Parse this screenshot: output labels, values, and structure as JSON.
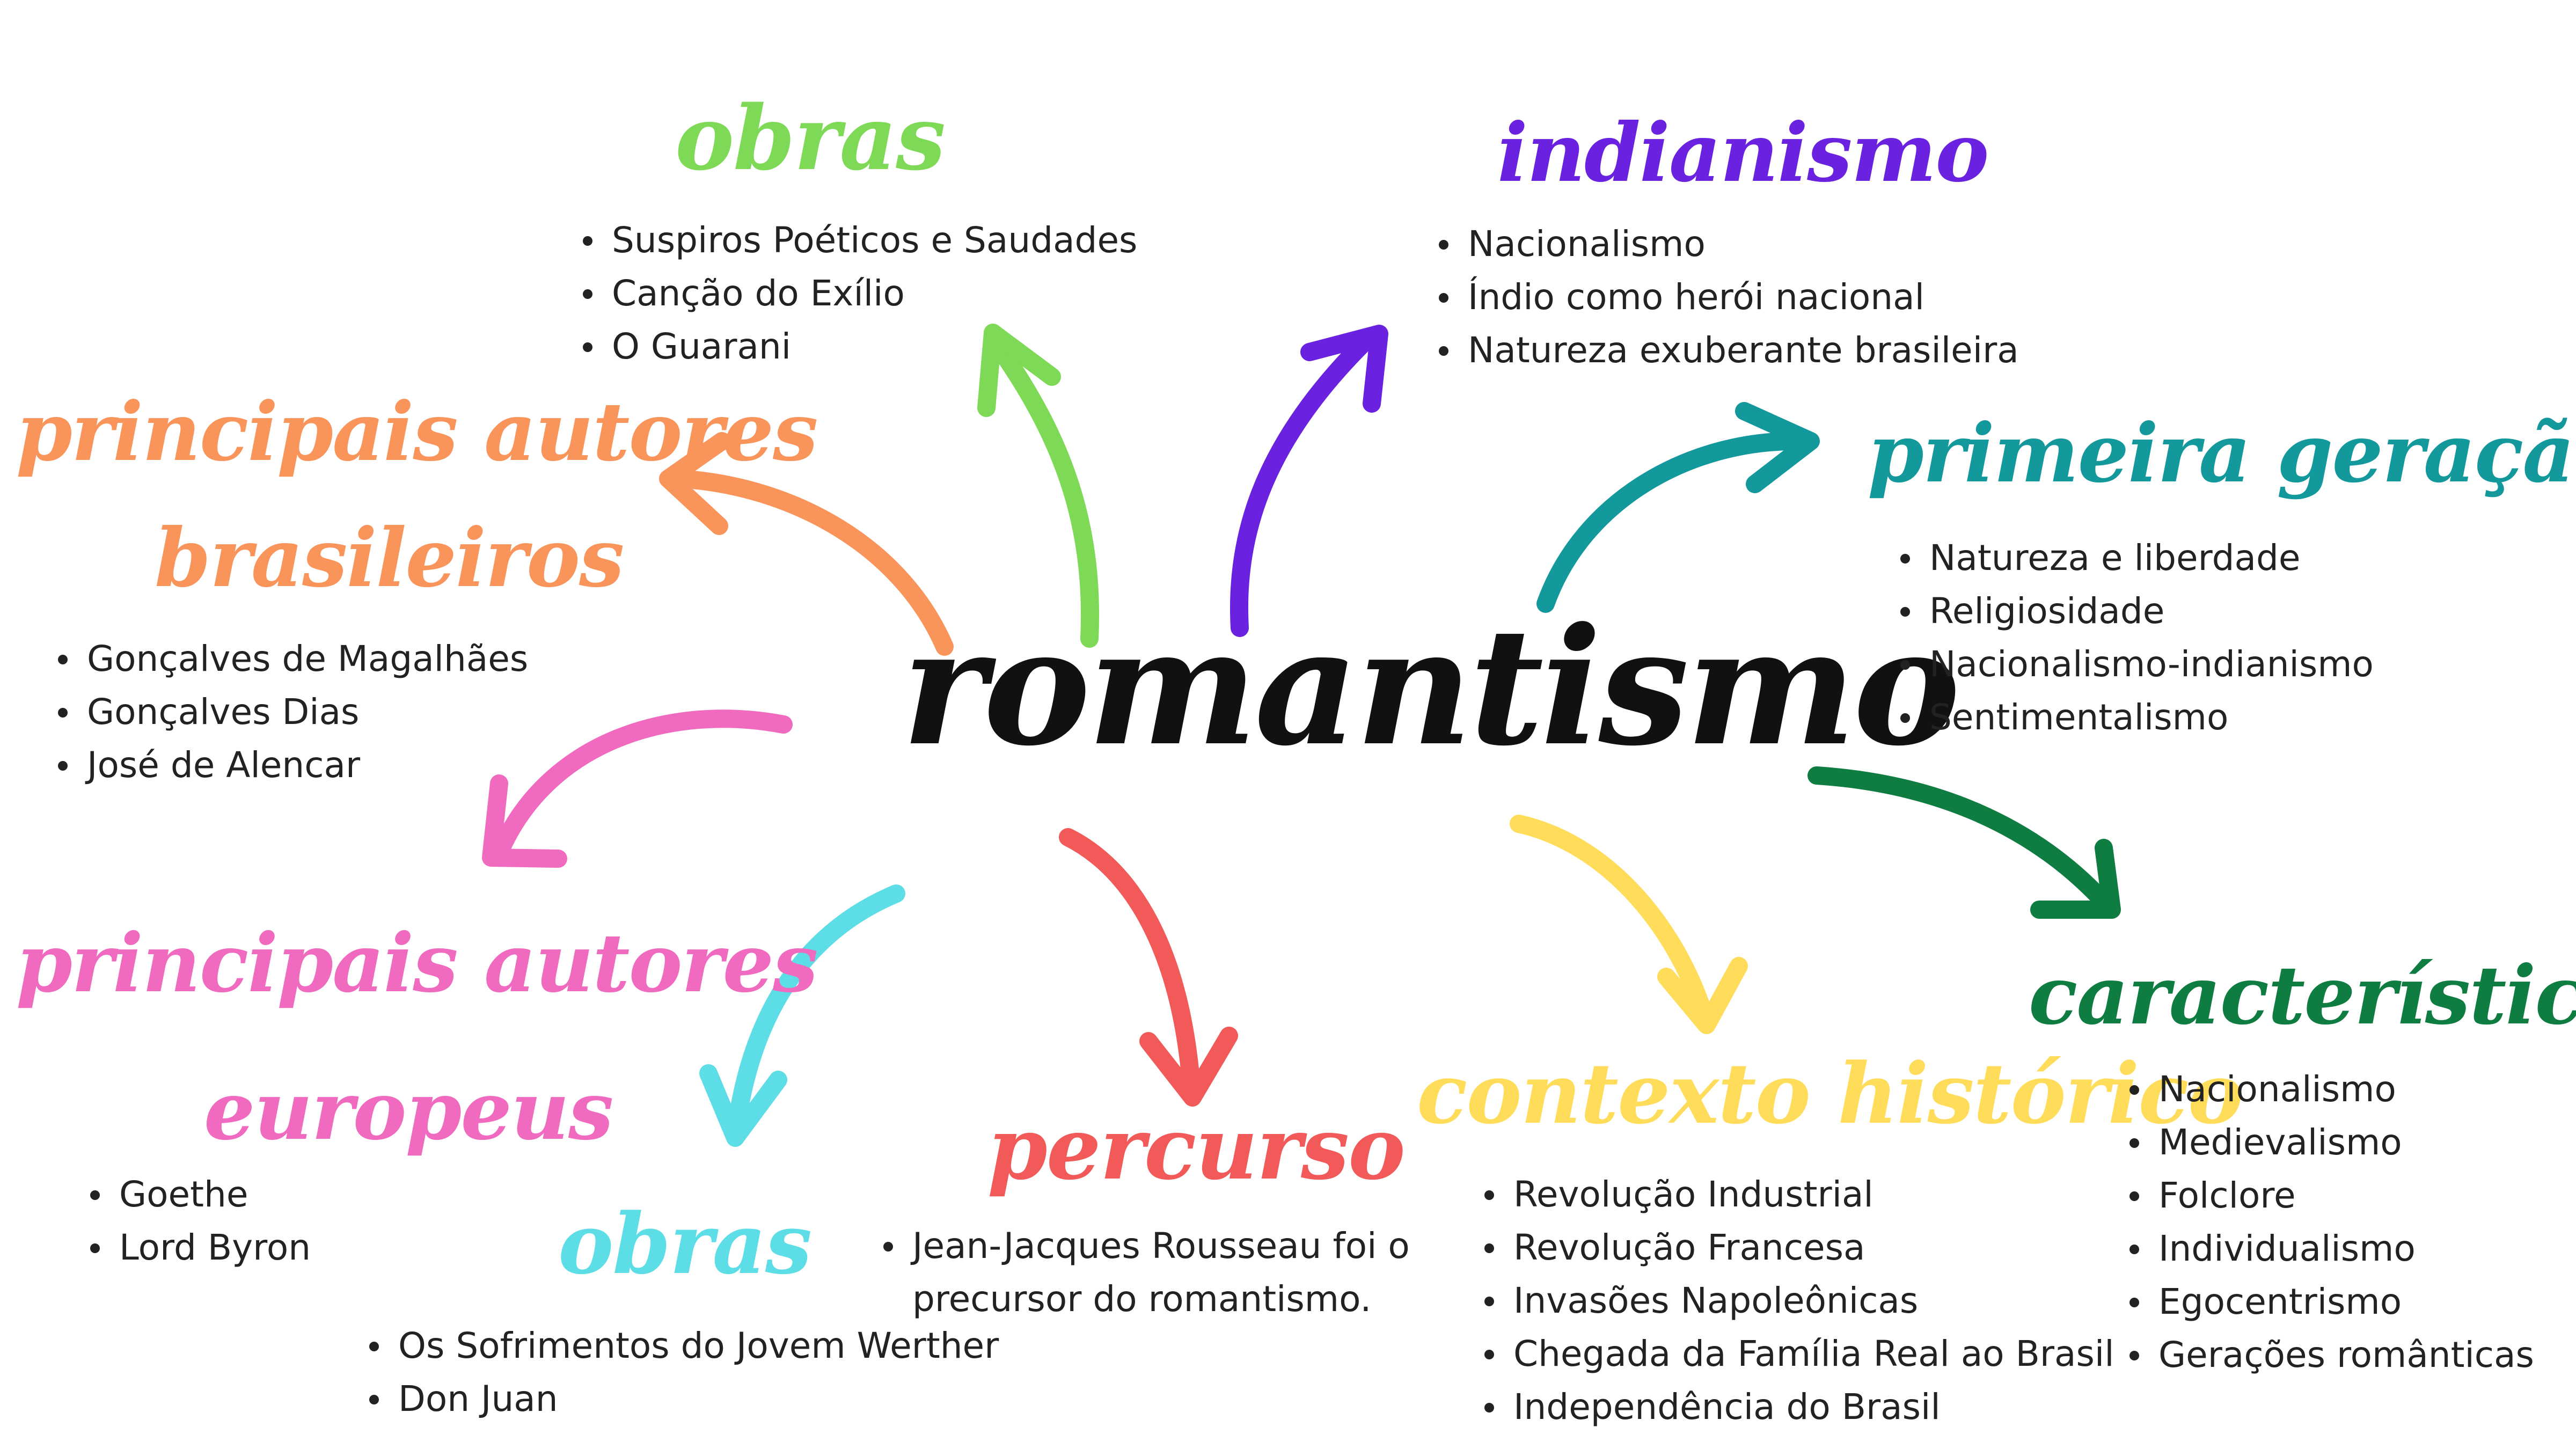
{
  "center": {
    "title": "romantismo",
    "color": "#111111"
  },
  "topics": {
    "obras_top": {
      "title": "obras",
      "color": "#7ed957",
      "items": [
        "Suspiros Poéticos e Saudades",
        "Canção do Exílio",
        "O Guarani"
      ]
    },
    "indianismo": {
      "title": "indianismo",
      "color": "#6a22e0",
      "items": [
        "Nacionalismo",
        "Índio como herói nacional",
        "Natureza exuberante brasileira"
      ]
    },
    "primeira_geracao": {
      "title": "primeira geração",
      "color": "#13999c",
      "items": [
        "Natureza e liberdade",
        "Religiosidade",
        "Nacionalismo-indianismo",
        "Sentimentalismo"
      ]
    },
    "autores_brasileiros": {
      "title_line1": "principais autores",
      "title_line2": "brasileiros",
      "color": "#f9955b",
      "items": [
        "Gonçalves de Magalhães",
        "Gonçalves Dias",
        "José de Alencar"
      ]
    },
    "autores_europeus": {
      "title_line1": "principais autores",
      "title_line2": "europeus",
      "color": "#f06bc0",
      "items": [
        "Goethe",
        "Lord Byron"
      ]
    },
    "obras_bottom": {
      "title": "obras",
      "color": "#5ddde6",
      "items": [
        "Os Sofrimentos do Jovem Werther",
        "Don Juan"
      ]
    },
    "percurso": {
      "title": "percurso",
      "color": "#f25a5a",
      "items": [
        "Jean-Jacques Rousseau foi o precursor do romantismo."
      ]
    },
    "contexto_historico": {
      "title": "contexto histórico",
      "color": "#ffdd5a",
      "items": [
        "Revolução Industrial",
        "Revolução Francesa",
        "Invasões Napoleônicas",
        "Chegada da Família Real ao Brasil",
        "Independência do Brasil"
      ]
    },
    "caracteristicas": {
      "title": "características",
      "color": "#0f7c42",
      "items": [
        "Nacionalismo",
        "Medievalismo",
        "Folclore",
        "Individualismo",
        "Egocentrismo",
        "Gerações românticas"
      ]
    }
  }
}
